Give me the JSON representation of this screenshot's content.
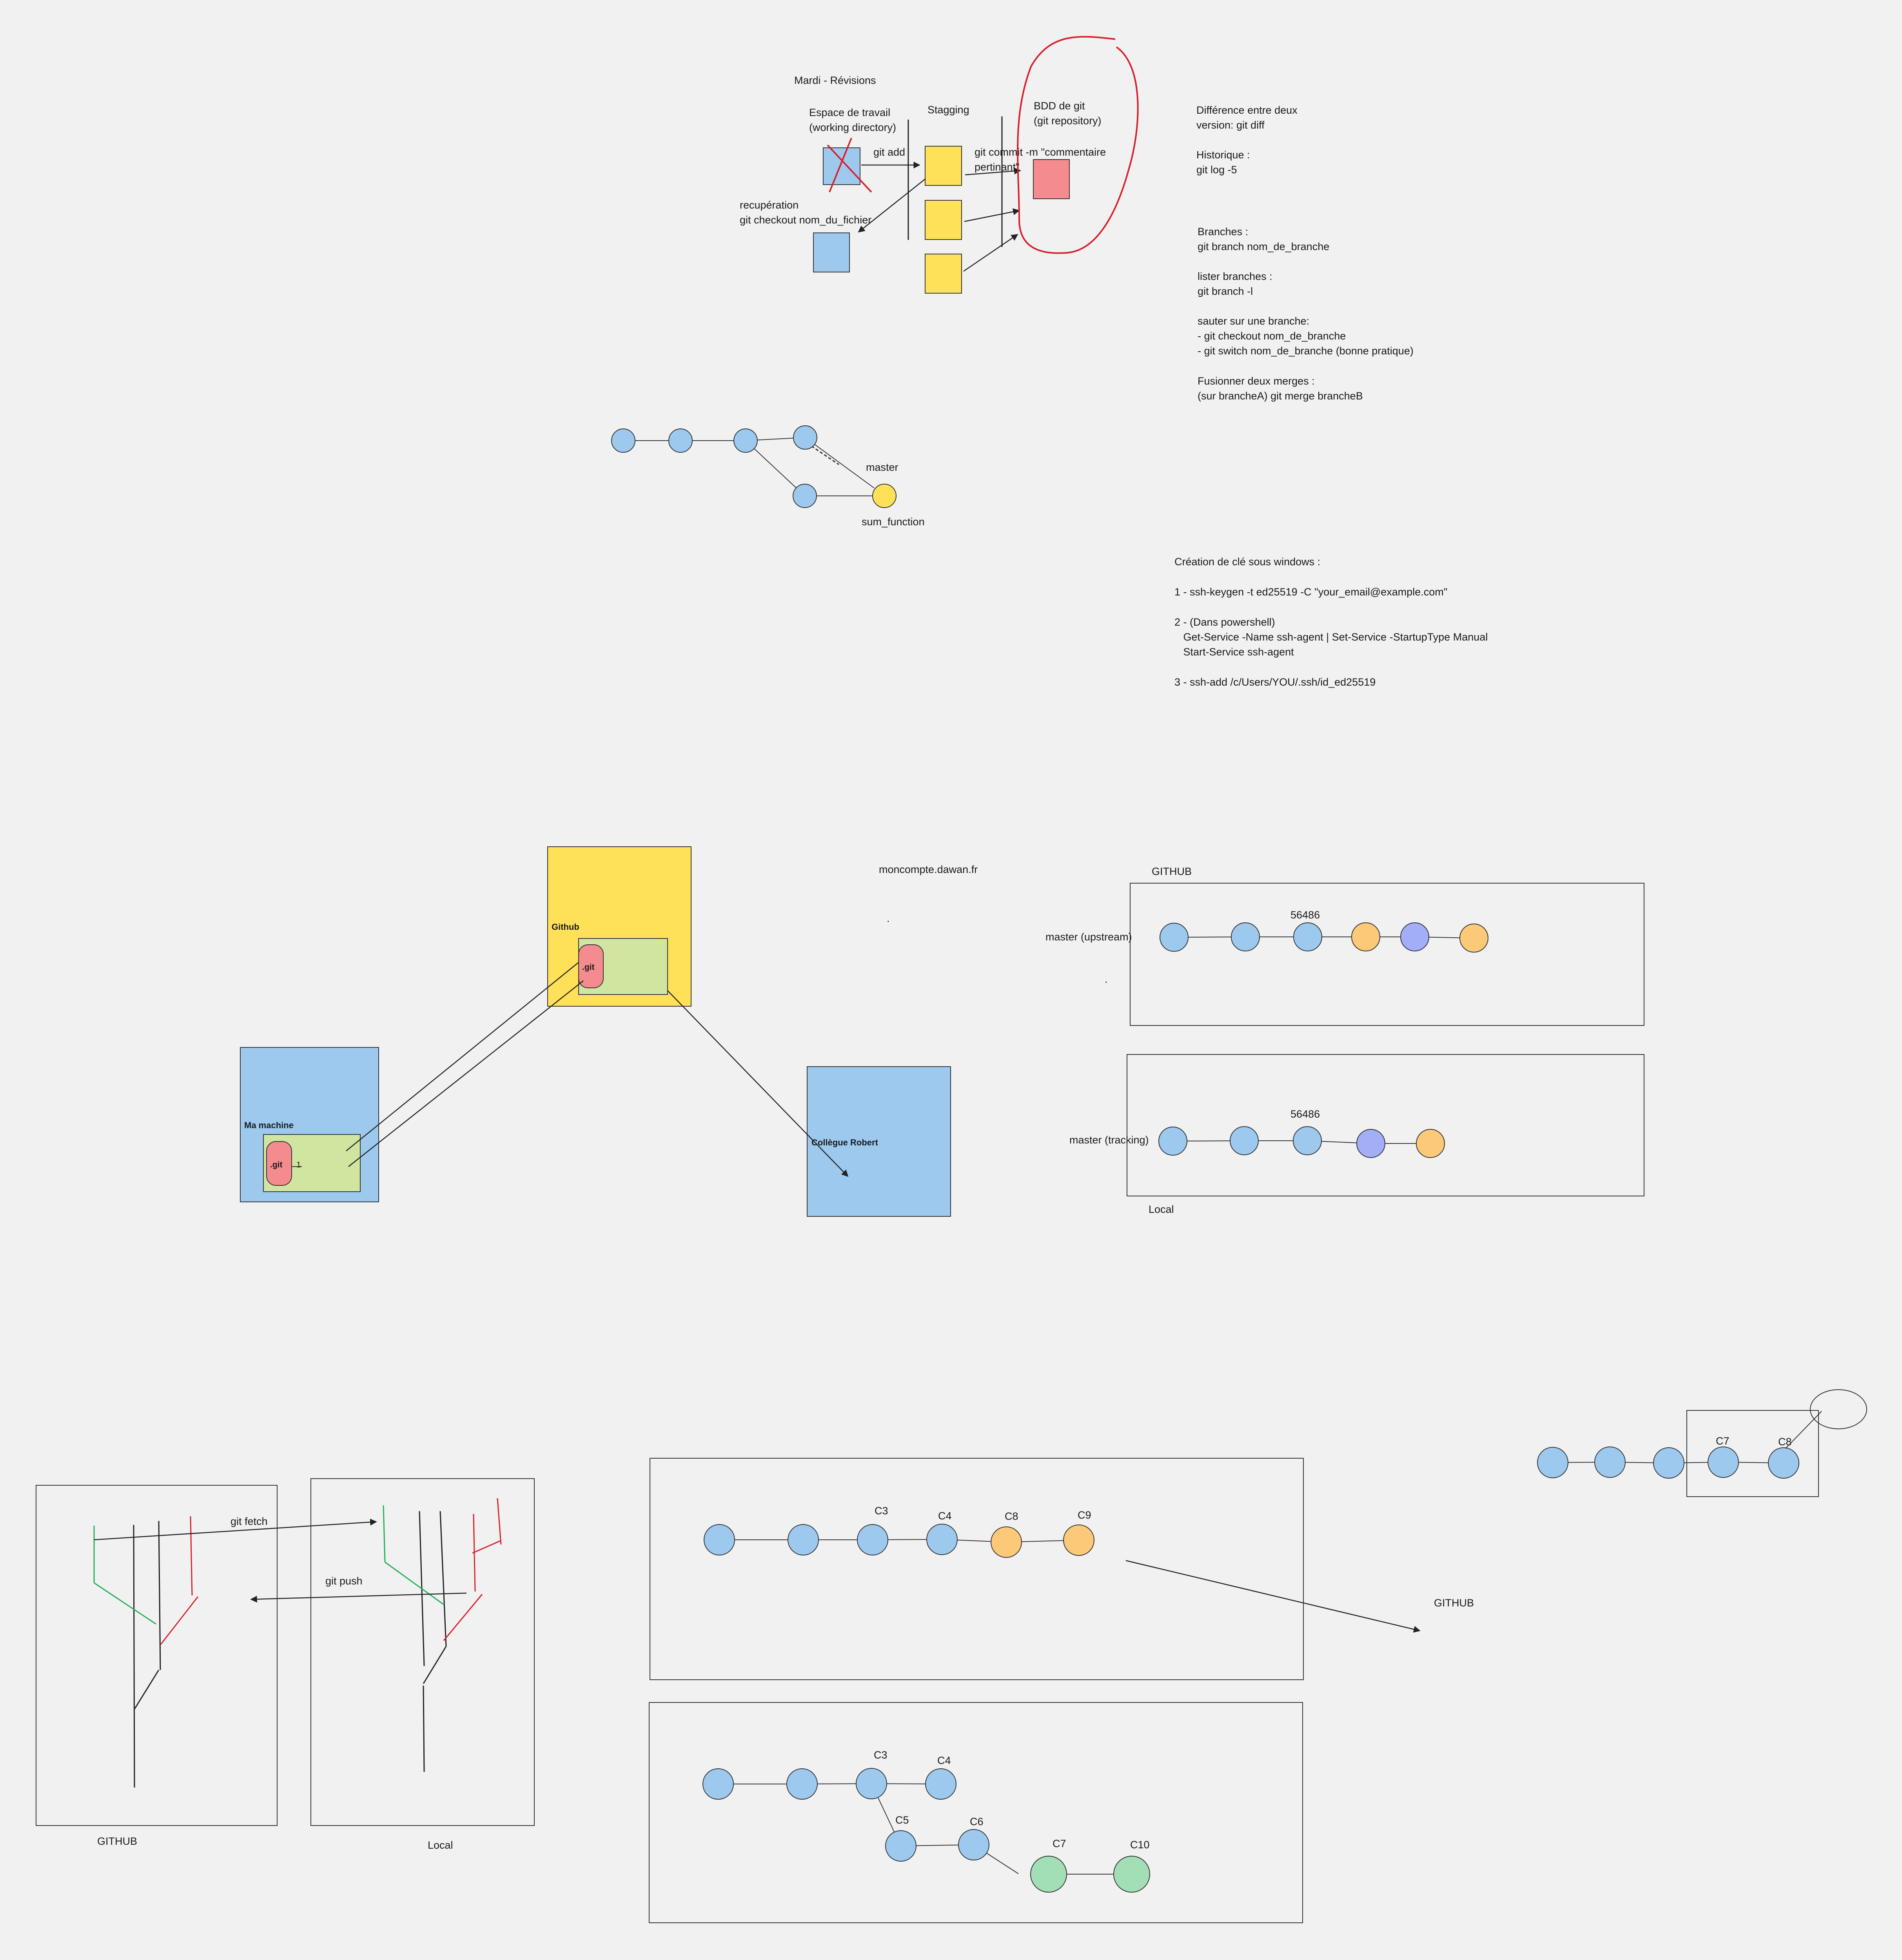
{
  "revisions": {
    "title": "Mardi - Révisions",
    "workspace_line1": "Espace de travail",
    "workspace_line2": "(working directory)",
    "staging": "Stagging",
    "repo_line1": "BDD de git",
    "repo_line2": "(git repository)",
    "git_add": "git add",
    "commit_line1": "git commit -m \"commentaire",
    "commit_line2": "pertinant\"",
    "recup_line1": "recupération",
    "recup_line2": "git checkout nom_du_fichier"
  },
  "notes": {
    "lines": [
      "Différence entre deux",
      "version: git diff",
      "",
      "Historique :",
      "git log -5",
      "",
      "",
      "",
      "Branches :",
      "git branch nom_de_branche",
      "",
      "lister branches :",
      "git branch -l",
      "",
      "sauter sur une branche:",
      "- git checkout nom_de_branche",
      "- git switch nom_de_branche (bonne pratique)",
      "",
      "Fusionner deux merges :",
      "(sur brancheA) git merge brancheB"
    ]
  },
  "branch_graph": {
    "master": "master",
    "sum_function": "sum_function"
  },
  "ssh": {
    "lines": [
      "Création de clé sous windows :",
      "",
      "1 - ssh-keygen -t ed25519 -C \"your_email@example.com\"",
      "",
      "2 - (Dans powershell)",
      "   Get-Service -Name ssh-agent | Set-Service -StartupType Manual",
      "   Start-Service ssh-agent",
      "",
      "3 - ssh-add /c/Users/YOU/.ssh/id_ed25519"
    ]
  },
  "remote": {
    "github": "Github",
    "git": ".git",
    "machine": "Ma machine",
    "one": "1",
    "robert": "Collègue Robert",
    "moncompte": "moncompte.dawan.fr",
    "dot": "."
  },
  "tracking": {
    "github_title": "GITHUB",
    "upstream": "master (upstream)",
    "tracking": "master (tracking)",
    "hash_top": "56486",
    "hash_bottom": "56486",
    "local": "Local",
    "dot": "."
  },
  "fetch_push": {
    "git_fetch": "git fetch",
    "git_push": "git push",
    "github": "GITHUB",
    "local": "Local"
  },
  "rebase": {
    "github": "GITHUB",
    "top_labels": [
      "C3",
      "C4",
      "C8",
      "C9"
    ],
    "bottom_labels": [
      "C3",
      "C4",
      "C5",
      "C6",
      "C7",
      "C10"
    ],
    "far_labels": [
      "C7",
      "C8"
    ]
  },
  "colors": {
    "blue": "#9dc9ef",
    "yellow": "#ffe159",
    "pink": "#f38b8f",
    "green": "#cfe5a0",
    "orange": "#fcc978",
    "violet": "#a3aef8",
    "mint": "#a2dfb6",
    "red_ink": "#d91f2a",
    "green_ink": "#22b056"
  }
}
